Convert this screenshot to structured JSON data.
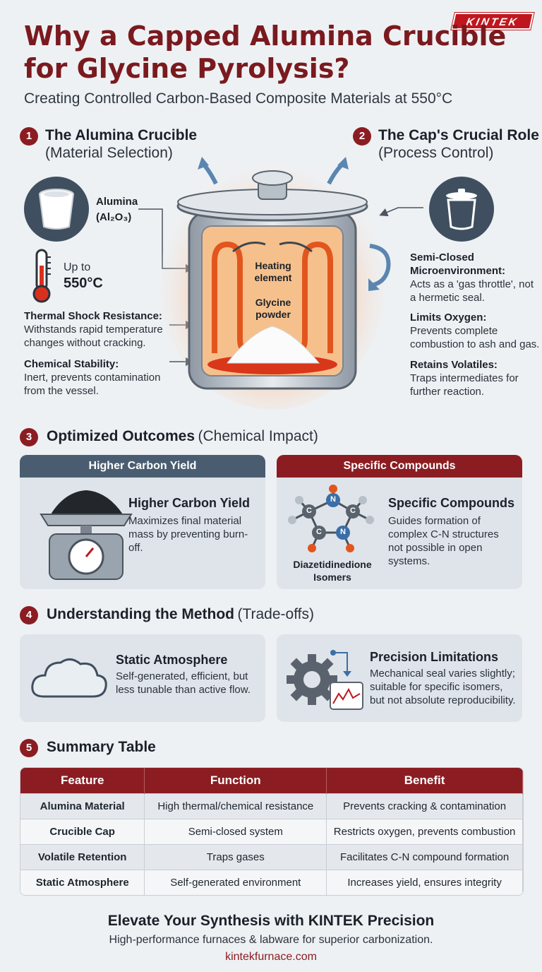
{
  "brand": {
    "logo": "KINTEK"
  },
  "header": {
    "title": "Why a Capped Alumina Crucible for Glycine Pyrolysis?",
    "subtitle": "Creating Controlled Carbon-Based Composite Materials at 550°C"
  },
  "section1": {
    "num": "1",
    "title": "The Alumina Crucible",
    "sub": "(Material Selection)",
    "material_label": "Alumina",
    "material_formula": "(Al₂O₃)",
    "temp_prefix": "Up to",
    "temp_value": "550°C",
    "thermal_title": "Thermal Shock Resistance:",
    "thermal_text": "Withstands rapid temperature changes without cracking.",
    "chem_title": "Chemical Stability:",
    "chem_text": "Inert, prevents contamination from the vessel."
  },
  "center": {
    "heating_label": "Heating element",
    "powder_label": "Glycine powder"
  },
  "section2": {
    "num": "2",
    "title": "The Cap's Crucial Role",
    "sub": "(Process Control)",
    "semi_title": "Semi-Closed Microenvironment:",
    "semi_text": "Acts as a 'gas throttle', not a hermetic seal.",
    "oxygen_title": "Limits Oxygen:",
    "oxygen_text": "Prevents complete combustion to ash and gas.",
    "vol_title": "Retains Volatiles:",
    "vol_text": "Traps intermediates for further reaction."
  },
  "section3": {
    "num": "3",
    "title": "Optimized Outcomes",
    "sub": "(Chemical Impact)",
    "card1_head": "Higher Carbon Yield",
    "card1_title": "Higher Carbon Yield",
    "card1_text": "Maximizes final material mass by preventing burn-off.",
    "card2_head": "Specific Compounds",
    "card2_title": "Specific Compounds",
    "card2_text": "Guides formation of complex C-N structures not possible in open systems.",
    "molecule_label": "Diazetidinedione Isomers",
    "atom_c": "C",
    "atom_n": "N"
  },
  "section4": {
    "num": "4",
    "title": "Understanding the Method",
    "sub": "(Trade-offs)",
    "card1_title": "Static Atmosphere",
    "card1_text": "Self-generated, efficient, but less tunable than active flow.",
    "card2_title": "Precision Limitations",
    "card2_text": "Mechanical seal varies slightly; suitable for specific isomers, but not absolute reproducibility."
  },
  "section5": {
    "num": "5",
    "title": "Summary Table",
    "headers": [
      "Feature",
      "Function",
      "Benefit"
    ],
    "rows": [
      [
        "Alumina Material",
        "High thermal/chemical resistance",
        "Prevents cracking & contamination"
      ],
      [
        "Crucible Cap",
        "Semi-closed system",
        "Restricts oxygen, prevents combustion"
      ],
      [
        "Volatile Retention",
        "Traps gases",
        "Facilitates C-N compound formation"
      ],
      [
        "Static Atmosphere",
        "Self-generated environment",
        "Increases yield, ensures integrity"
      ]
    ]
  },
  "footer": {
    "headline": "Elevate Your Synthesis with KINTEK Precision",
    "tagline": "High-performance furnaces & labware for superior carbonization.",
    "url": "kintekfurnace.com"
  },
  "colors": {
    "brand_red": "#8b1d22",
    "slate": "#4a5d70",
    "accent_red": "#c0171e"
  }
}
